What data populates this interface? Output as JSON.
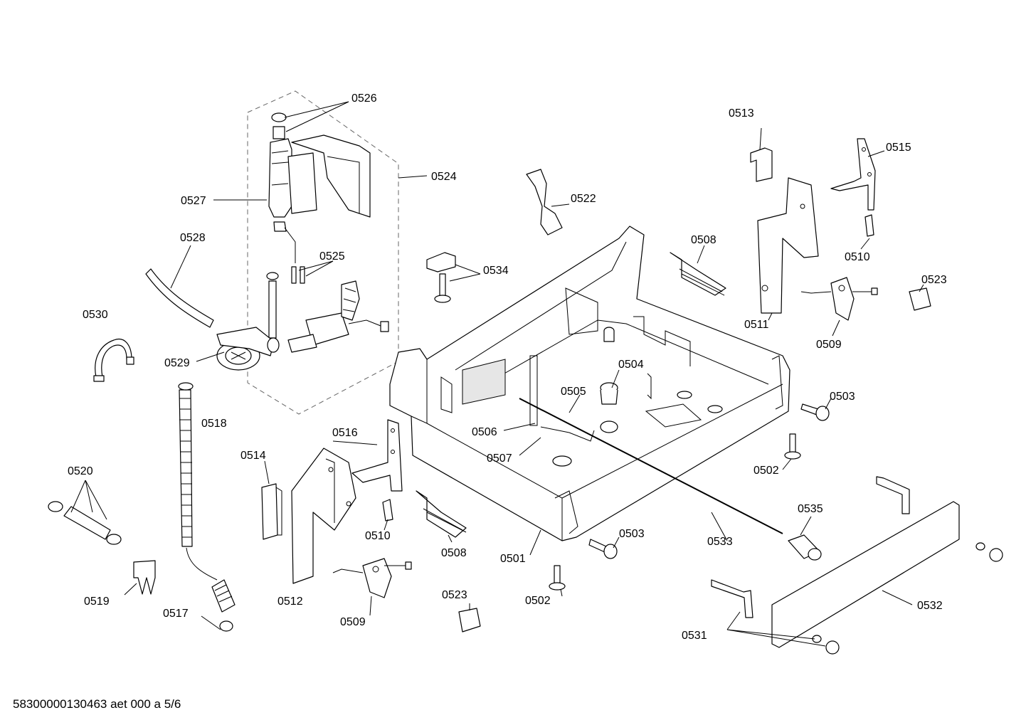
{
  "labels": {
    "p0501": "0501",
    "p0502a": "0502",
    "p0502b": "0502",
    "p0503a": "0503",
    "p0503b": "0503",
    "p0504": "0504",
    "p0505": "0505",
    "p0506": "0506",
    "p0507": "0507",
    "p0508a": "0508",
    "p0508b": "0508",
    "p0509a": "0509",
    "p0509b": "0509",
    "p0510a": "0510",
    "p0510b": "0510",
    "p0511": "0511",
    "p0512": "0512",
    "p0513": "0513",
    "p0514": "0514",
    "p0515": "0515",
    "p0516": "0516",
    "p0517": "0517",
    "p0518": "0518",
    "p0519": "0519",
    "p0520": "0520",
    "p0522": "0522",
    "p0523a": "0523",
    "p0523b": "0523",
    "p0524": "0524",
    "p0525": "0525",
    "p0526": "0526",
    "p0527": "0527",
    "p0528": "0528",
    "p0529": "0529",
    "p0530": "0530",
    "p0531": "0531",
    "p0532": "0532",
    "p0533": "0533",
    "p0534": "0534",
    "p0535": "0535"
  },
  "footer": "58300000130463 aet 000 a 5/6"
}
